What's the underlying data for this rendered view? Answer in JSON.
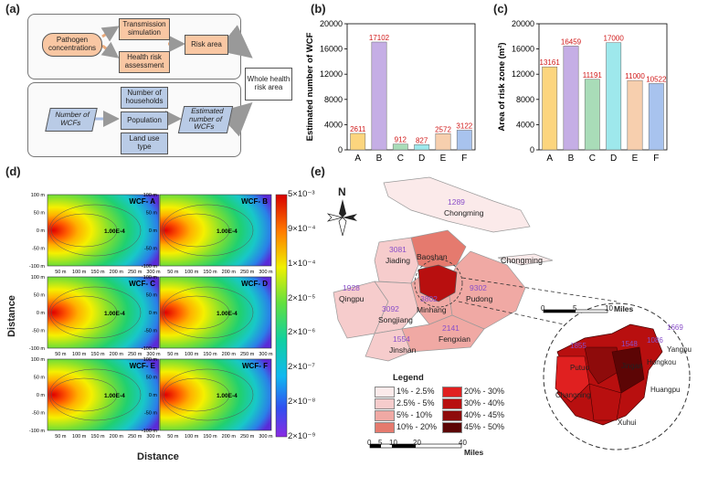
{
  "panels": {
    "a": "(a)",
    "b": "(b)",
    "c": "(c)",
    "d": "(d)",
    "e": "(e)"
  },
  "flow": {
    "pathogen": "Pathogen concentrations",
    "transmission": "Transmission simulation",
    "health_risk": "Health risk assessment",
    "risk_area": "Risk area",
    "whole": "Whole health risk area",
    "num_wcfs": "Number of WCFs",
    "households": "Number of households",
    "population": "Population",
    "land_use": "Land use type",
    "estimated": "Estimated number of WCFs"
  },
  "chart_data": [
    {
      "type": "bar",
      "panel": "b",
      "categories": [
        "A",
        "B",
        "C",
        "D",
        "E",
        "F"
      ],
      "values": [
        2611,
        17102,
        912,
        827,
        2572,
        3122
      ],
      "value_labels": [
        "2611",
        "17102",
        "912",
        "827",
        "2572",
        "3122"
      ],
      "colors": [
        "#fcd57e",
        "#c5aee5",
        "#a9dcb8",
        "#9ee8ec",
        "#f7cfae",
        "#a8c3ee"
      ],
      "ylabel": "Estimated number of WCF",
      "ylim": [
        0,
        20000
      ],
      "yticks": [
        "0",
        "4000",
        "8000",
        "12000",
        "16000",
        "20000"
      ]
    },
    {
      "type": "bar",
      "panel": "c",
      "categories": [
        "A",
        "B",
        "C",
        "D",
        "E",
        "F"
      ],
      "values": [
        13161,
        16459,
        11191,
        17000,
        11000,
        10522
      ],
      "value_labels": [
        "13161",
        "16459",
        "11191",
        "17000",
        "11000",
        "10522"
      ],
      "colors": [
        "#fcd57e",
        "#c5aee5",
        "#a9dcb8",
        "#9ee8ec",
        "#f7cfae",
        "#a8c3ee"
      ],
      "ylabel": "Area of risk zone (m²)",
      "ylim": [
        0,
        20000
      ],
      "yticks": [
        "0",
        "4000",
        "8000",
        "12000",
        "16000",
        "20000"
      ]
    }
  ],
  "heatmaps": {
    "titles": [
      "WCF- A",
      "WCF- B",
      "WCF- C",
      "WCF- D",
      "WCF- E",
      "WCF- F"
    ],
    "contour_label": "1.00E-4",
    "yticks": [
      "100 m",
      "50 m",
      "0 m",
      "-50 m",
      "-100 m"
    ],
    "xticks": [
      "50 m",
      "100 m",
      "150 m",
      "200 m",
      "250 m",
      "300 m"
    ],
    "xlabel": "Distance",
    "ylabel": "Distance",
    "colorbar": [
      "5×10⁻³",
      "9×10⁻⁴",
      "1×10⁻⁴",
      "2×10⁻⁵",
      "2×10⁻⁶",
      "2×10⁻⁷",
      "2×10⁻⁸",
      "2×10⁻⁹"
    ]
  },
  "map": {
    "north": "N",
    "districts": [
      {
        "name": "Chongming",
        "value": "1289"
      },
      {
        "name": "Baoshan",
        "value": ""
      },
      {
        "name": "Jiading",
        "value": "3081"
      },
      {
        "name": "Qingpu",
        "value": "1928"
      },
      {
        "name": "Songjiang",
        "value": "3092"
      },
      {
        "name": "Minhang",
        "value": "3802"
      },
      {
        "name": "Pudong",
        "value": "9302"
      },
      {
        "name": "Fengxian",
        "value": "2141"
      },
      {
        "name": "Jinshan",
        "value": "1554"
      }
    ],
    "chongming_island": "Chongming",
    "legend_title": "Legend",
    "legend": [
      {
        "label": "1% - 2.5%",
        "color": "#fbeaea"
      },
      {
        "label": "20% - 30%",
        "color": "#e02020"
      },
      {
        "label": "2.5% - 5%",
        "color": "#f6cccc"
      },
      {
        "label": "30% - 40%",
        "color": "#b80f0f"
      },
      {
        "label": "5% - 10%",
        "color": "#f0a9a4"
      },
      {
        "label": "40% - 45%",
        "color": "#8e0b0b"
      },
      {
        "label": "10% - 20%",
        "color": "#e57a6e"
      },
      {
        "label": "45% - 50%",
        "color": "#5c0505"
      }
    ],
    "scale_ticks": [
      "0",
      "5",
      "10",
      "20",
      "40"
    ],
    "scale_unit": "Miles",
    "inset_scale_ticks": [
      "0",
      "5",
      "10"
    ],
    "inset_scale_unit": "Miles",
    "inset": [
      {
        "name": "Putuo",
        "value": "1855"
      },
      {
        "name": "Jingan",
        "value": "1548"
      },
      {
        "name": "Hongkou",
        "value": "1086"
      },
      {
        "name": "Yangpu",
        "value": "1669"
      },
      {
        "name": "Changning",
        "value": ""
      },
      {
        "name": "Huangpu",
        "value": ""
      },
      {
        "name": "Xuhui",
        "value": ""
      }
    ]
  }
}
